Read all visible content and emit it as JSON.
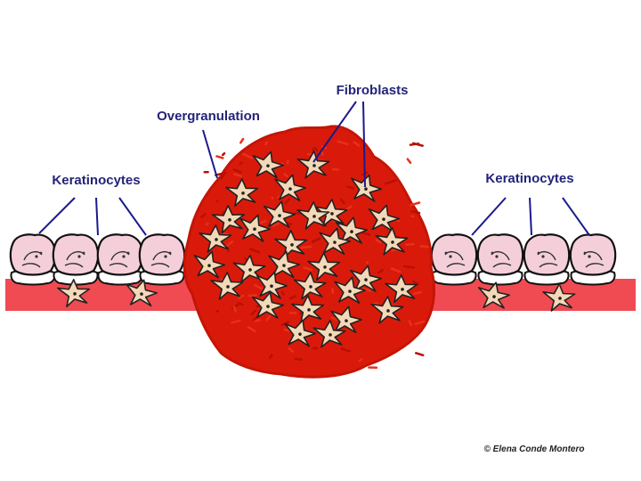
{
  "labels": {
    "keratinocytes_left": "Keratinocytes",
    "keratinocytes_right": "Keratinocytes",
    "overgranulation": "Overgranulation",
    "fibroblasts": "Fibroblasts"
  },
  "credit": "© Elena Conde Montero",
  "colors": {
    "tissue": "#f04a52",
    "granulation": "#d91a0a",
    "granulation_texture": "#b80f05",
    "fibroblast": "#f3d9b8",
    "keratinocyte": "#f4cfd9",
    "label_text": "#23237a",
    "leader_line": "#1a1a8c"
  },
  "icons": {
    "keratinocyte": "keratinocyte-cell-icon",
    "fibroblast": "fibroblast-cell-icon"
  }
}
